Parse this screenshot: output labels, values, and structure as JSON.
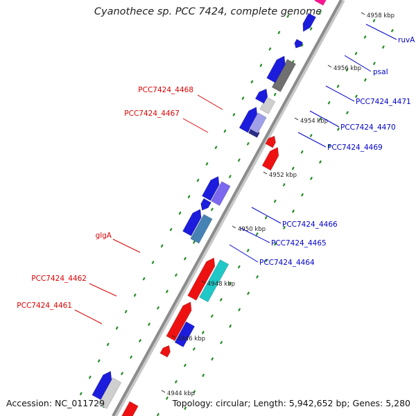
{
  "title": "Cyanothece sp. PCC 7424, complete genome",
  "footer": {
    "accession": "Accession: NC_011729",
    "summary": "Topology: circular; Length: 5,942,652 bp; Genes: 5,280"
  },
  "colors": {
    "backbone": "#8c8c8c",
    "ticks": "#228b22",
    "forward_label": "#0000cc",
    "reverse_label": "#dd0000"
  },
  "scale_labels": [
    "4944 kbp",
    "4946 kbp",
    "4948 kbp",
    "4950 kbp",
    "4952 kbp",
    "4954 kbp",
    "4956 kbp",
    "4958 kbp"
  ],
  "gene_labels": {
    "forward": [
      "ruvA",
      "psaI",
      "PCC7424_4471",
      "PCC7424_4470",
      "PCC7424_4469",
      "PCC7424_4466",
      "PCC7424_4465",
      "PCC7424_4464"
    ],
    "reverse": [
      "PCC7424_4468",
      "PCC7424_4467",
      "glgA",
      "PCC7424_4462",
      "PCC7424_4461"
    ]
  }
}
